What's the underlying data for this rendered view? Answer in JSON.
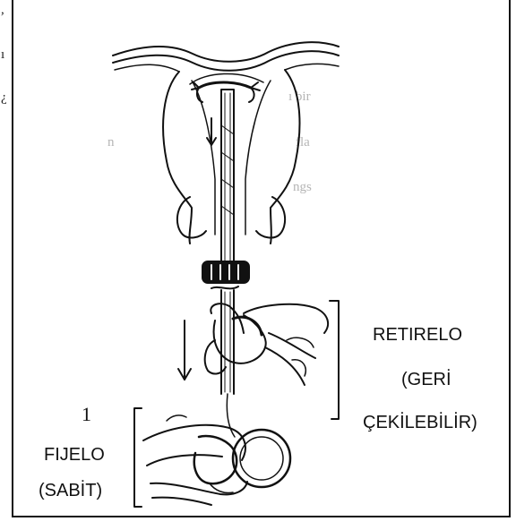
{
  "margin_glyphs": [
    ",",
    "ı",
    "¿"
  ],
  "faded_text": [
    "ı bir",
    "n",
    "fla",
    "ngs"
  ],
  "labels": {
    "number": "1",
    "fixed_line1": "FIJELO",
    "fixed_line2": "(SABİT)",
    "retract_line1": "RETIRELO",
    "retract_line2": "(GERİ",
    "retract_line3": "ÇEKİLEBİLİR)"
  },
  "colors": {
    "ink": "#111111",
    "faded": "#b5b5b5",
    "background": "#ffffff"
  }
}
